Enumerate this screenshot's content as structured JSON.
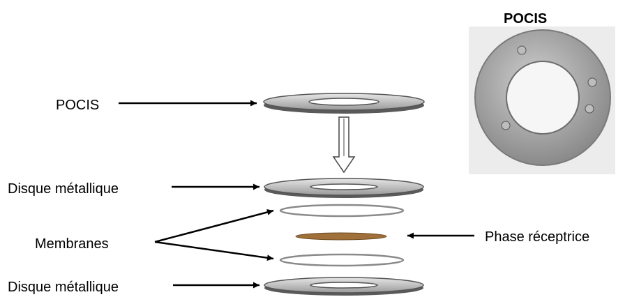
{
  "labels": {
    "photo_title": "POCIS",
    "pocis": "POCIS",
    "disque_top": "Disque métallique",
    "membranes": "Membranes",
    "phase": "Phase réceptrice",
    "disque_bottom": "Disque métallique"
  },
  "colors": {
    "metal_light": "#d9d9d9",
    "metal_dark": "#5a5a5a",
    "phase_brown": "#a0703a",
    "photo_bg": "#ececec",
    "photo_ring": "#9d9d9d"
  },
  "icons": {
    "assembly_arrow": "double-down-arrow"
  }
}
